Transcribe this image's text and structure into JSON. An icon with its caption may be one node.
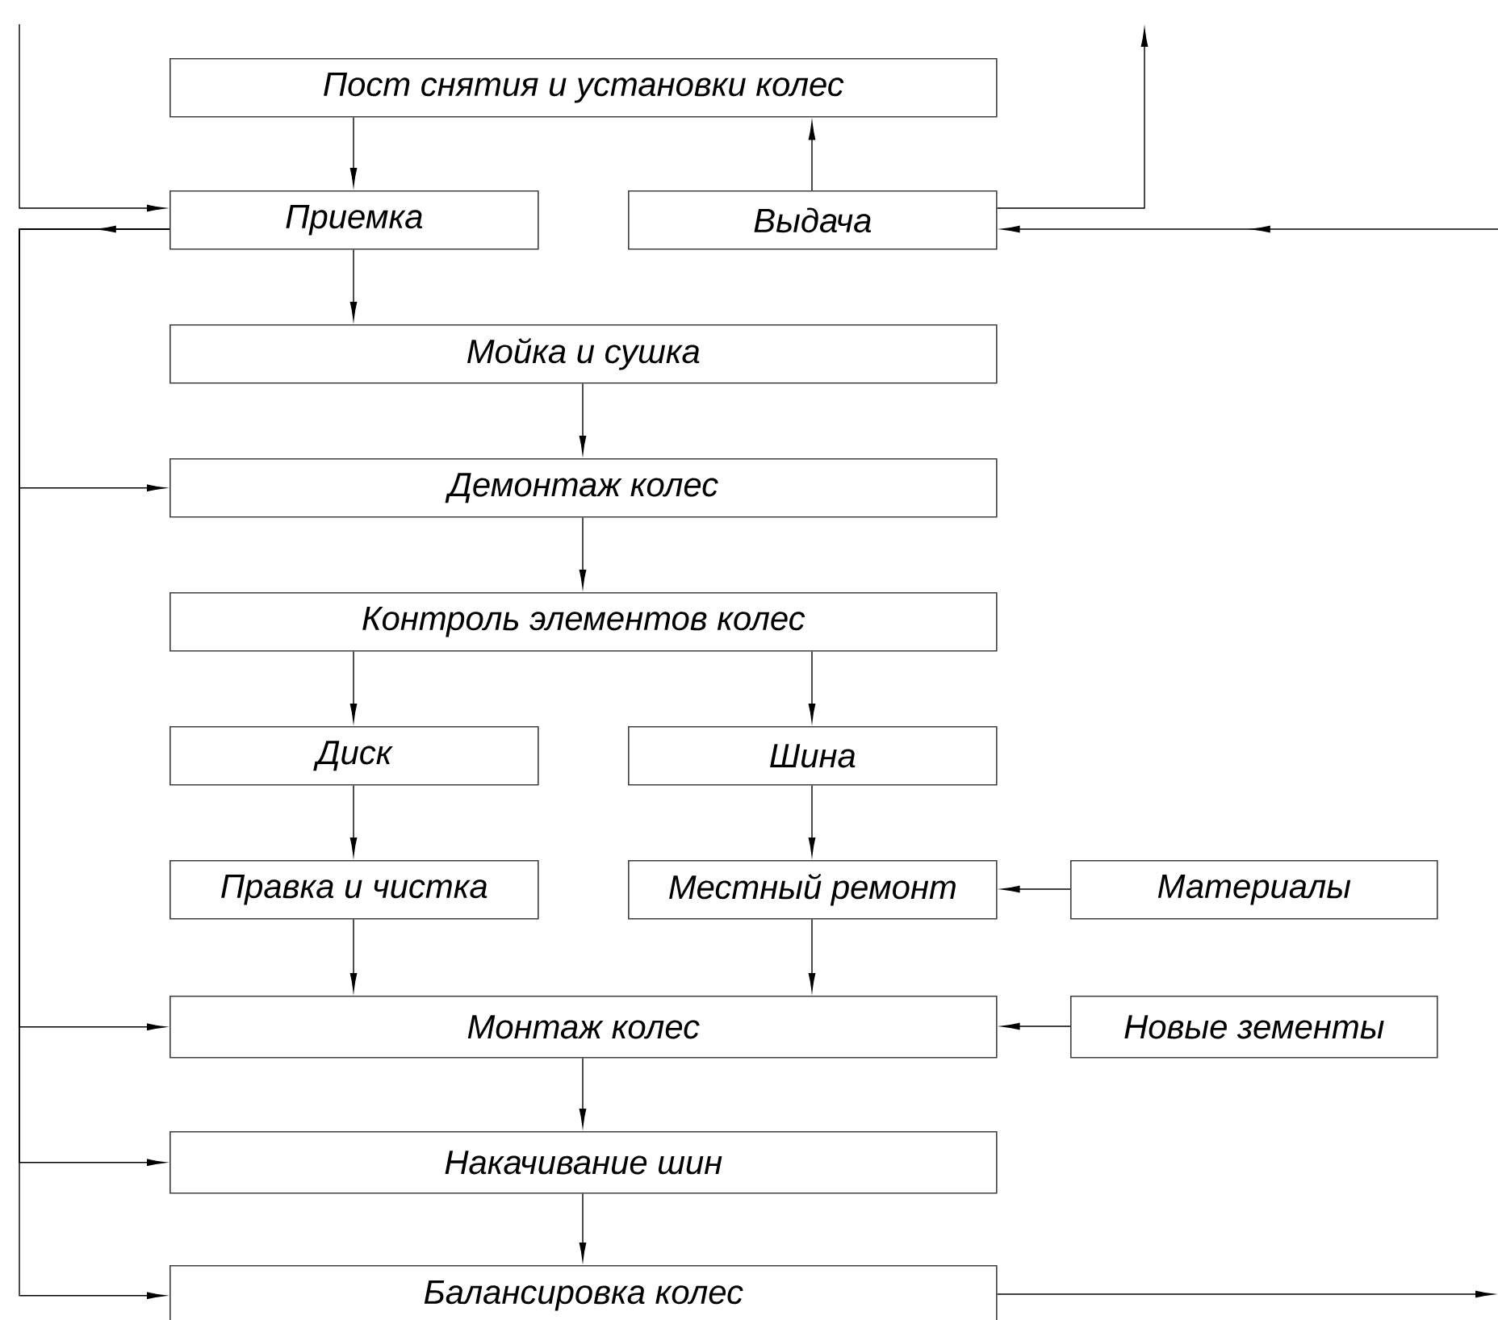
{
  "diagram": {
    "nodes": [
      {
        "text": [
          "Пост снятия и установки колес"
        ]
      },
      {
        "text": [
          "Приемка"
        ]
      },
      {
        "text": [
          "Выдача"
        ]
      },
      {
        "text": [
          "Мойка и сушка"
        ]
      },
      {
        "text": [
          "Демонтаж колес"
        ]
      },
      {
        "text": [
          "Контроль элементов колес"
        ]
      },
      {
        "text": [
          "Диск"
        ]
      },
      {
        "text": [
          "Шина"
        ]
      },
      {
        "text": [
          "Правка и чистка"
        ]
      },
      {
        "text": [
          "Местный ремонт"
        ]
      },
      {
        "text": [
          "Материалы"
        ]
      },
      {
        "text": [
          "Монтаж колес"
        ]
      },
      {
        "text": [
          "Новые зементы"
        ]
      },
      {
        "text": [
          "Накачивание шин"
        ]
      },
      {
        "text": [
          "Балансировка колес"
        ]
      }
    ],
    "edges": [
      {
        "from": null,
        "to": 1,
        "arrow": "to"
      },
      {
        "from": 0,
        "to": 1,
        "arrow": "to"
      },
      {
        "from": 2,
        "to": 0,
        "arrow": "to"
      },
      {
        "from": 2,
        "to": null,
        "arrow": "to"
      },
      {
        "from": null,
        "to": 2,
        "arrow": "to"
      },
      {
        "from": 1,
        "to": 3,
        "arrow": "to"
      },
      {
        "from": 1,
        "to": 4,
        "arrow": "to"
      },
      {
        "from": 1,
        "to": 11,
        "arrow": "to"
      },
      {
        "from": 1,
        "to": 13,
        "arrow": "to"
      },
      {
        "from": 1,
        "to": 14,
        "arrow": "to"
      },
      {
        "from": 3,
        "to": 4,
        "arrow": "to"
      },
      {
        "from": 4,
        "to": 5,
        "arrow": "to"
      },
      {
        "from": 5,
        "to": 6,
        "arrow": "to"
      },
      {
        "from": 5,
        "to": 7,
        "arrow": "to"
      },
      {
        "from": 6,
        "to": 8,
        "arrow": "to"
      },
      {
        "from": 7,
        "to": 9,
        "arrow": "to"
      },
      {
        "from": 10,
        "to": 9,
        "arrow": "to"
      },
      {
        "from": 8,
        "to": 11,
        "arrow": "to"
      },
      {
        "from": 9,
        "to": 11,
        "arrow": "to"
      },
      {
        "from": 12,
        "to": 11,
        "arrow": "to"
      },
      {
        "from": 11,
        "to": 13,
        "arrow": "to"
      },
      {
        "from": 13,
        "to": 14,
        "arrow": "to"
      },
      {
        "from": 14,
        "to": null,
        "arrow": "to"
      }
    ]
  }
}
